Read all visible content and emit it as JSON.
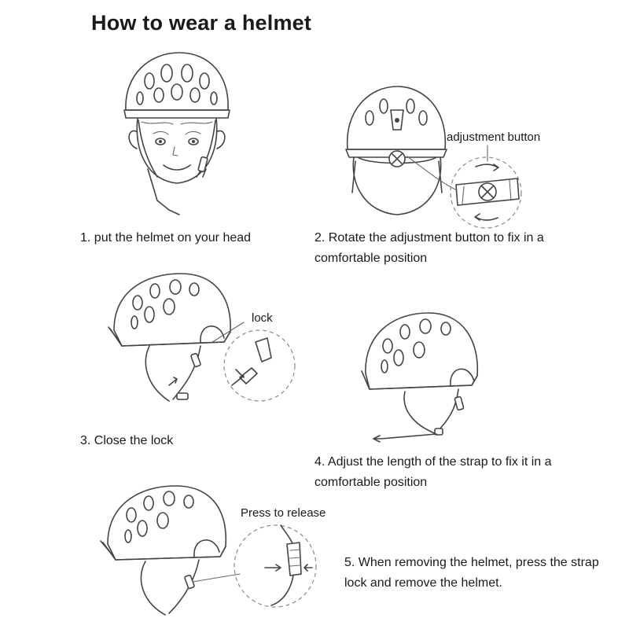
{
  "title": "How to wear a helmet",
  "steps": [
    {
      "caption": "1. put the helmet on your head"
    },
    {
      "caption": "2. Rotate the adjustment button to fix in a comfortable position",
      "label": "adjustment button"
    },
    {
      "caption": "3. Close the lock",
      "label": "lock"
    },
    {
      "caption": "4. Adjust the length of the strap to fix it in a comfortable position"
    },
    {
      "caption": "5. When removing the helmet, press the strap lock and remove the helmet.",
      "label": "Press to release"
    }
  ],
  "icons": [
    "head-with-helmet-illustration",
    "helmet-rear-illustration",
    "helmet-side-lock-illustration",
    "helmet-strap-illustration",
    "helmet-release-illustration"
  ],
  "colors": {
    "line": "#444444",
    "text": "#1a1a1a",
    "background": "#ffffff"
  }
}
